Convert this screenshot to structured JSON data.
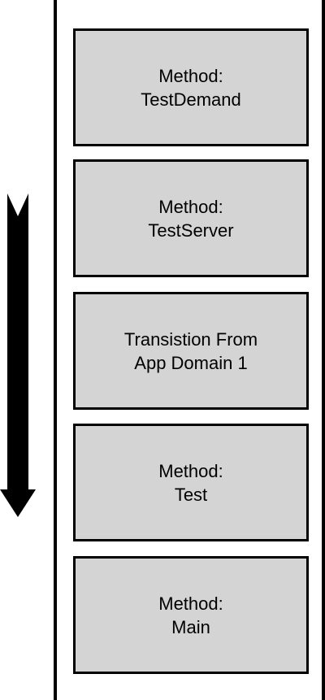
{
  "frames": [
    {
      "line1": "Method:",
      "line2": "TestDemand"
    },
    {
      "line1": "Method:",
      "line2": "TestServer"
    },
    {
      "line1": "Transistion From",
      "line2": "App Domain 1"
    },
    {
      "line1": "Method:",
      "line2": "Test"
    },
    {
      "line1": "Method:",
      "line2": "Main"
    }
  ],
  "colors": {
    "frame_fill": "#d4d4d4",
    "frame_border": "#000000",
    "arrow": "#000000",
    "background": "#ffffff"
  },
  "icons": {
    "arrow": "down-arrow-icon"
  }
}
